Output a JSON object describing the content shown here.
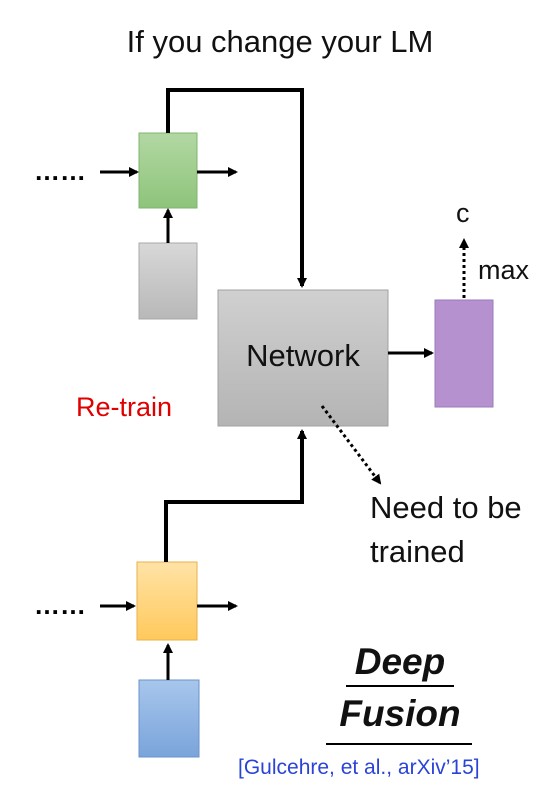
{
  "title": "If you change your LM",
  "labels": {
    "c": "c",
    "max": "max",
    "network": "Network",
    "retrain": "Re-train",
    "need_trained": "Need to be trained",
    "deep": "Deep",
    "fusion": "Fusion",
    "citation": "[Gulcehre, et al., arXiv’15]",
    "ellipsis_top": "……",
    "ellipsis_bottom": "……"
  },
  "colors": {
    "lm_block": "#9ccd8b",
    "lm_input": "#c8c8c8",
    "network": "#c4c4c4",
    "output": "#b592cf",
    "asr_block": "#ffd37a",
    "asr_input": "#8fb3e0",
    "retrain": "#e00000",
    "citation": "#2b44d6"
  }
}
